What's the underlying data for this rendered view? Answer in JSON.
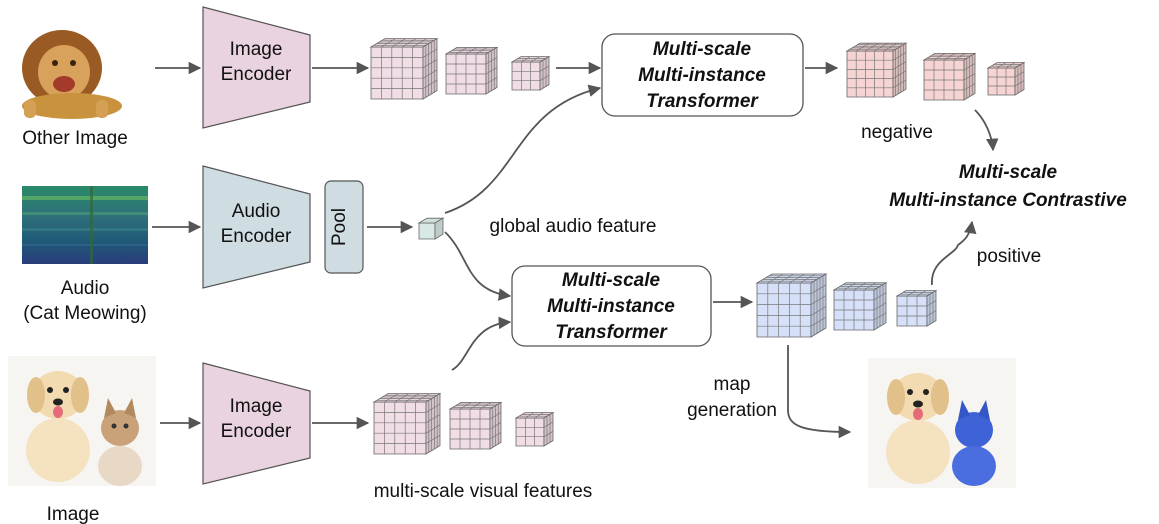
{
  "inputs": {
    "other_image_label": "Other Image",
    "audio_label_line1": "Audio",
    "audio_label_line2": "(Cat Meowing)",
    "image_label": "Image"
  },
  "encoders": {
    "image_encoder_top": [
      "Image",
      "Encoder"
    ],
    "audio_encoder": [
      "Audio",
      "Encoder"
    ],
    "image_encoder_bottom": [
      "Image",
      "Encoder"
    ],
    "pool": "Pool"
  },
  "transformer_top": [
    "Multi-scale",
    "Multi-instance",
    "Transformer"
  ],
  "transformer_bottom": [
    "Multi-scale",
    "Multi-instance",
    "Transformer"
  ],
  "contrastive": [
    "Multi-scale",
    "Multi-instance Contrastive"
  ],
  "labels": {
    "negative": "negative",
    "positive": "positive",
    "global_audio_feature": "global audio feature",
    "multi_scale_visual_features": "multi-scale visual features",
    "map_generation": [
      "map",
      "generation"
    ]
  },
  "colors": {
    "image_encoder_fill": "#e9d3e0",
    "audio_encoder_fill": "#cfdde3",
    "cube_pink": "#f1dde6",
    "cube_salmon": "#f6d4d4",
    "cube_blue": "#d6e0f8",
    "cube_audio": "#d8e8e6",
    "arrow": "#555555"
  }
}
